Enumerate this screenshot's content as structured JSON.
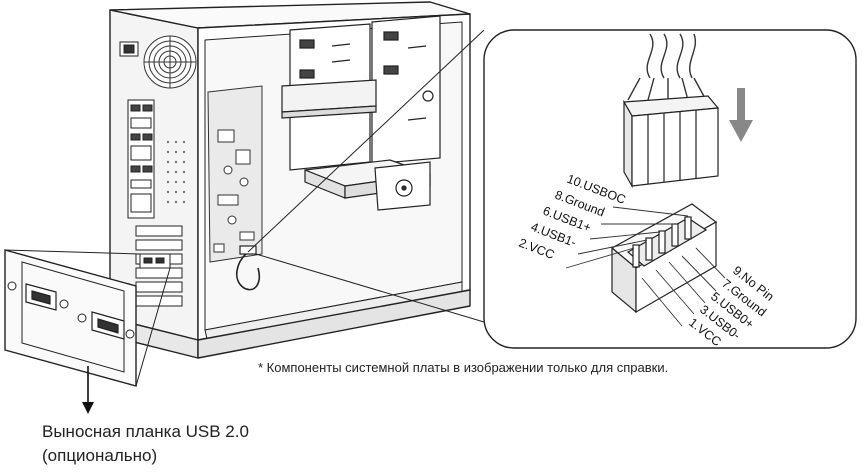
{
  "pins_left": [
    "10.USBOC",
    "8.Ground",
    "6.USB1+",
    "4.USB1-",
    "2.VCC"
  ],
  "pins_right": [
    "9.No Pin",
    "7.Ground",
    "5.USB0+",
    "3.USB0-",
    "1.VCC"
  ],
  "note": "* Компоненты системной платы в изображении только для справки.",
  "caption": {
    "line1": "Выносная планка USB 2.0",
    "line2": "(опционально)"
  }
}
